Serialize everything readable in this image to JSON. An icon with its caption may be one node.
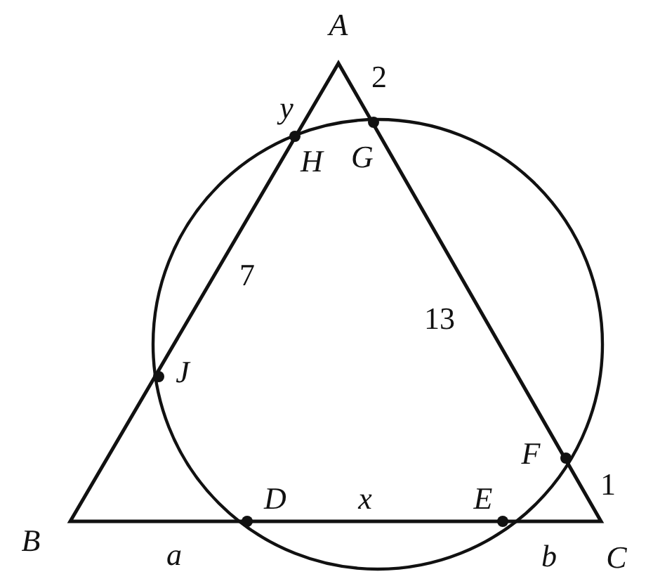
{
  "diagram": {
    "labels": [
      "A",
      "2",
      "y",
      "H",
      "G",
      "7",
      "13",
      "J",
      "F",
      "1",
      "B",
      "a",
      "D",
      "x",
      "E",
      "b",
      "C"
    ]
  }
}
